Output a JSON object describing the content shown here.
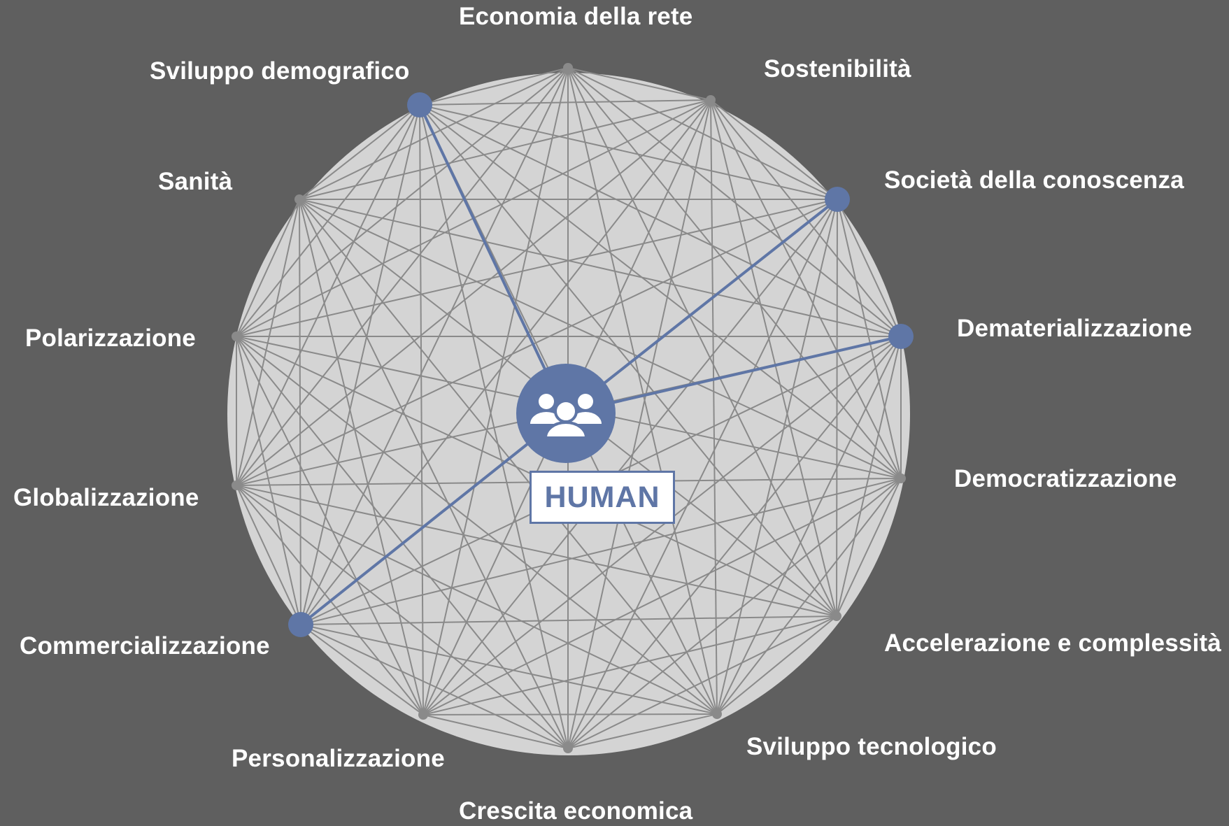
{
  "diagram": {
    "center": {
      "label": "HUMAN",
      "icon": "people-group-icon"
    },
    "nodes": [
      {
        "id": "economia-della-rete",
        "label": "Economia della rete",
        "highlighted": false
      },
      {
        "id": "sostenibilita",
        "label": "Sostenibilità",
        "highlighted": false
      },
      {
        "id": "societa-della-conoscenza",
        "label": "Società della conoscenza",
        "highlighted": true
      },
      {
        "id": "dematerializzazione",
        "label": "Dematerializzazione",
        "highlighted": true
      },
      {
        "id": "democratizzazione",
        "label": "Democratizzazione",
        "highlighted": false
      },
      {
        "id": "accelerazione-e-complessita",
        "label": "Accelerazione e complessità",
        "highlighted": false
      },
      {
        "id": "sviluppo-tecnologico",
        "label": "Sviluppo tecnologico",
        "highlighted": false
      },
      {
        "id": "crescita-economica",
        "label": "Crescita economica",
        "highlighted": false
      },
      {
        "id": "personalizzazione",
        "label": "Personalizzazione",
        "highlighted": false
      },
      {
        "id": "commercializzazione",
        "label": "Commercializzazione",
        "highlighted": true
      },
      {
        "id": "globalizzazione",
        "label": "Globalizzazione",
        "highlighted": false
      },
      {
        "id": "polarizzazione",
        "label": "Polarizzazione",
        "highlighted": false
      },
      {
        "id": "sanita",
        "label": "Sanità",
        "highlighted": false
      },
      {
        "id": "sviluppo-demografico",
        "label": "Sviluppo demografico",
        "highlighted": true
      }
    ],
    "colors": {
      "background": "#5f5f5f",
      "circle_fill": "#d4d4d4",
      "mesh_line": "#8a8a8a",
      "accent": "#5f76a6",
      "text": "#ffffff"
    }
  }
}
